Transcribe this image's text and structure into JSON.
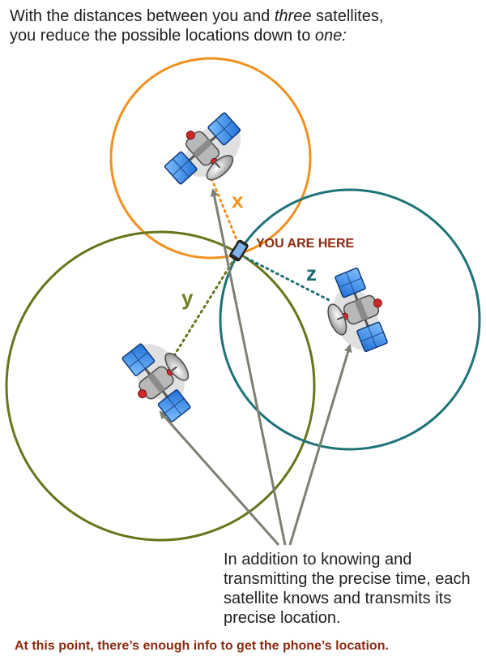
{
  "intro": {
    "line1_a": "With the distances between you and ",
    "line1_em": "three",
    "line1_b": " satellites,",
    "line2_a": "you reduce the possible locations down to ",
    "line2_em": "one:"
  },
  "labels": {
    "you_are_here": "YOU ARE HERE",
    "distance_x": "x",
    "distance_y": "y",
    "distance_z": "z"
  },
  "note": "In addition to knowing and transmitting the precise time, each satellite knows and transmits its precise location.",
  "conclusion": "At this point, there’s enough info to get the phone’s location.",
  "colors": {
    "circle_x": "#f0911e",
    "circle_y": "#66761a",
    "circle_z": "#1e7378",
    "arrow": "#7d7f72",
    "label_red": "#8b2a10",
    "panel_blue": "#3a8ee8"
  },
  "icons": [
    "satellite-icon",
    "phone-icon"
  ]
}
